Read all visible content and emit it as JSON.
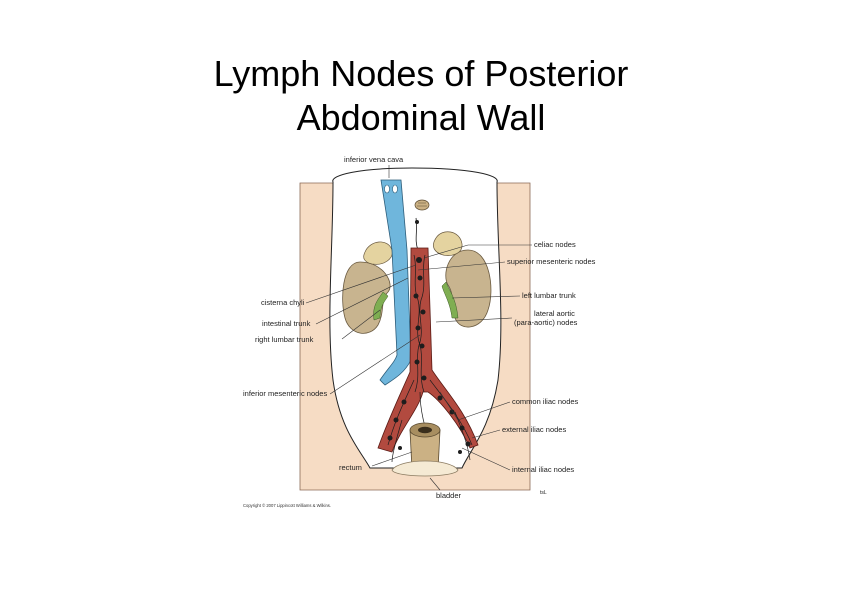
{
  "title": {
    "line1": "Lymph Nodes of Posterior",
    "line2": "Abdominal Wall"
  },
  "labels": {
    "inferior_vena_cava": "inferior vena cava",
    "celiac_nodes": "celiac nodes",
    "superior_mesenteric_nodes": "superior mesenteric nodes",
    "cisterna_chyli": "cisterna chyli",
    "left_lumbar_trunk": "left lumbar trunk",
    "intestinal_trunk": "intestinal trunk",
    "lateral_aortic_1": "lateral aortic",
    "lateral_aortic_2": "(para-aortic) nodes",
    "right_lumbar_trunk": "right lumbar trunk",
    "inferior_mesenteric_nodes": "inferior mesenteric nodes",
    "common_iliac_nodes": "common iliac nodes",
    "external_iliac_nodes": "external iliac nodes",
    "rectum": "rectum",
    "internal_iliac_nodes": "internal iliac nodes",
    "bladder": "bladder",
    "copyright": "Copyright © 2007 Lippincott Williams & Wilkins.",
    "artist_mark": "tsL"
  },
  "colors": {
    "skin": "#f6dcc4",
    "cavity": "#ffffff",
    "kidney": "#c8b48f",
    "adrenal": "#e4d3a0",
    "ivc": "#6fb6dc",
    "aorta": "#b24a3f",
    "lymph": "#1d1d1d",
    "ureter": "#7fae52",
    "rectum": "#cbb184",
    "bladder": "#f5ead4"
  }
}
